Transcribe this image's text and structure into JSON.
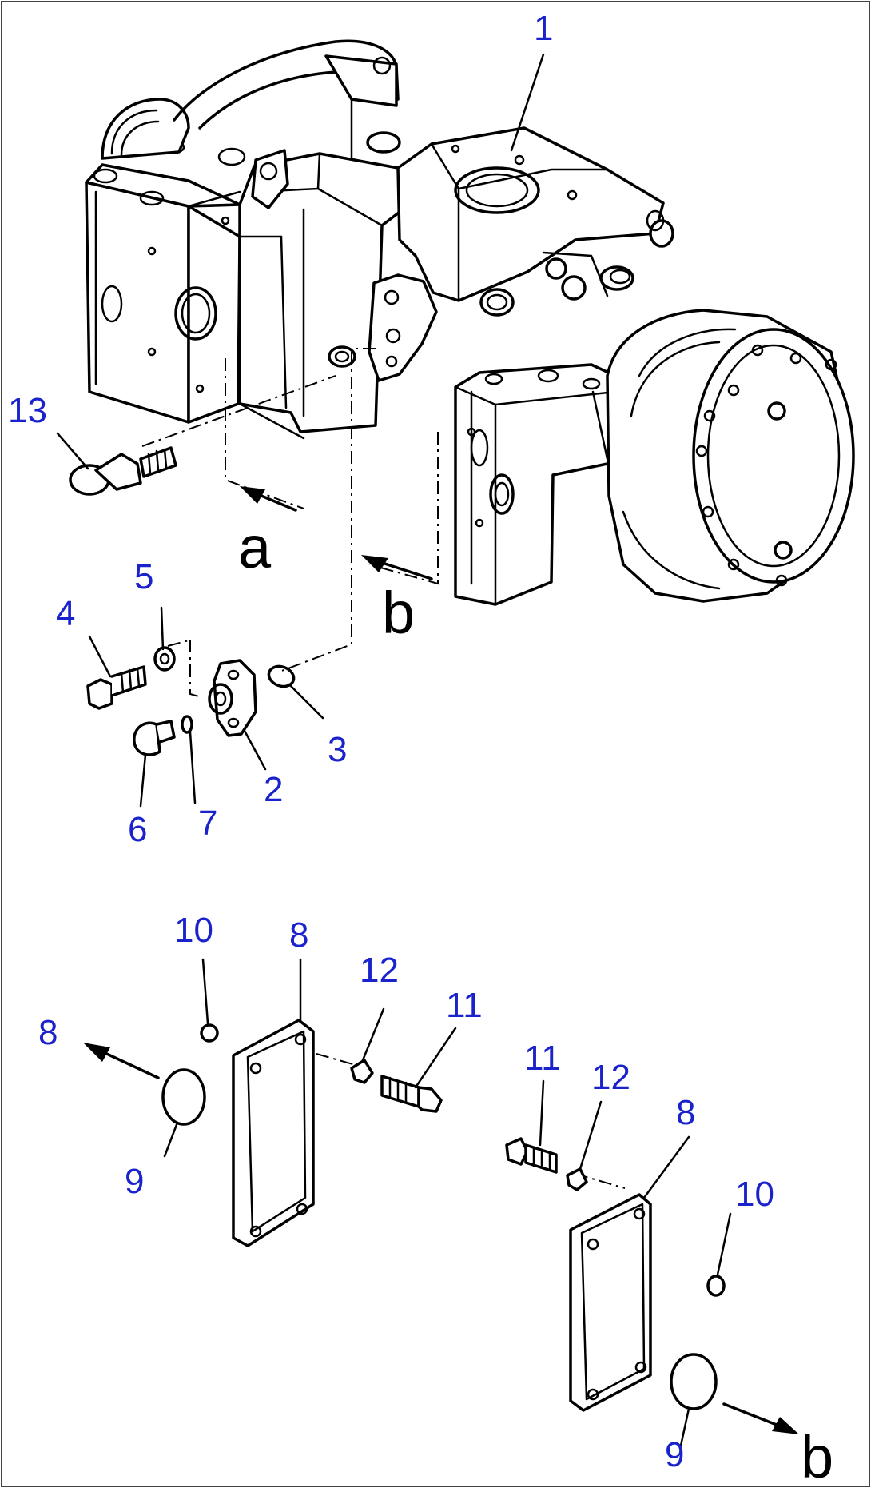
{
  "diagram": {
    "colors": {
      "callout": "#1a22cc",
      "line": "#000000",
      "background": "#ffffff"
    },
    "callouts": [
      {
        "key": "c1",
        "label": "1"
      },
      {
        "key": "c2",
        "label": "2"
      },
      {
        "key": "c3",
        "label": "3"
      },
      {
        "key": "c4",
        "label": "4"
      },
      {
        "key": "c5",
        "label": "5"
      },
      {
        "key": "c6",
        "label": "6"
      },
      {
        "key": "c7",
        "label": "7"
      },
      {
        "key": "c8a",
        "label": "8"
      },
      {
        "key": "c8b",
        "label": "8"
      },
      {
        "key": "c8c",
        "label": "8"
      },
      {
        "key": "c9a",
        "label": "9"
      },
      {
        "key": "c9b",
        "label": "9"
      },
      {
        "key": "c10a",
        "label": "10"
      },
      {
        "key": "c10b",
        "label": "10"
      },
      {
        "key": "c11a",
        "label": "11"
      },
      {
        "key": "c11b",
        "label": "11"
      },
      {
        "key": "c12a",
        "label": "12"
      },
      {
        "key": "c12b",
        "label": "12"
      },
      {
        "key": "c13",
        "label": "13"
      }
    ],
    "views": {
      "a": "a",
      "b_top": "b",
      "b_bottom": "b"
    }
  }
}
